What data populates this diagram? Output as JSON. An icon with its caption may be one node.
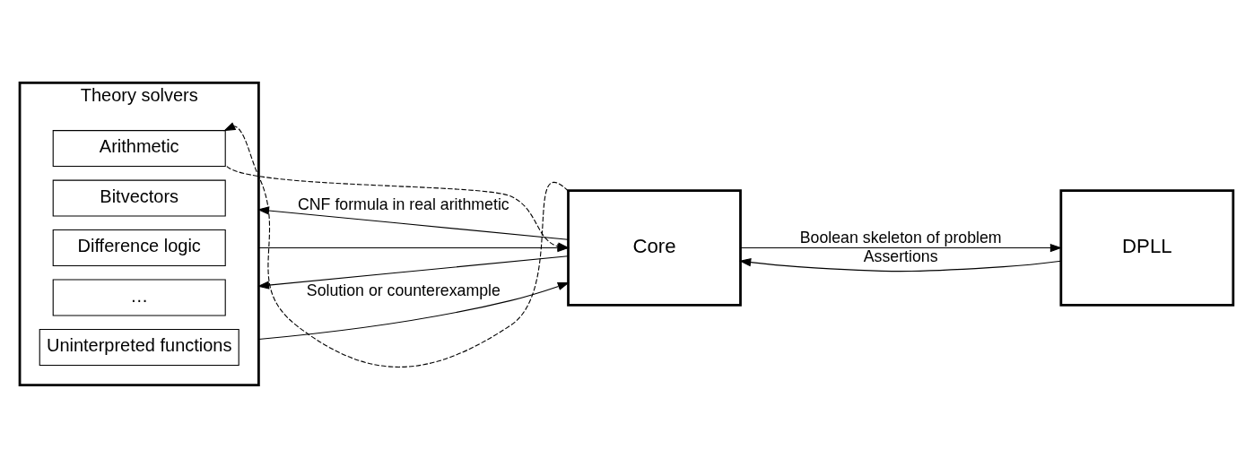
{
  "diagram": {
    "nodes": [
      {
        "text": [
          "Theory solvers"
        ]
      },
      {
        "text": [
          "Arithmetic"
        ],
        "in": 0
      },
      {
        "text": [
          "Bitvectors"
        ],
        "in": 0
      },
      {
        "text": [
          "Difference logic"
        ],
        "in": 0
      },
      {
        "text": [
          "…"
        ],
        "in": 0
      },
      {
        "text": [
          "Uninterpreted functions"
        ],
        "in": 0
      },
      {
        "text": [
          "Core"
        ]
      },
      {
        "text": [
          "DPLL"
        ]
      }
    ],
    "edges": [
      {
        "from": 6,
        "to": 0,
        "arrow": "to",
        "label": "CNF formula in real arithmetic"
      },
      {
        "from": 6,
        "to": 1,
        "arrow": "to",
        "style": "dashed"
      },
      {
        "from": 1,
        "to": 6,
        "arrow": "to",
        "style": "dashed"
      },
      {
        "from": 0,
        "to": 6,
        "arrow": "to"
      },
      {
        "from": 6,
        "to": 0,
        "arrow": "to"
      },
      {
        "from": 0,
        "to": 6,
        "arrow": "to",
        "label": "Solution or counterexample"
      },
      {
        "from": 6,
        "to": 7,
        "arrow": "to",
        "label": "Boolean skeleton of problem"
      },
      {
        "from": 7,
        "to": 6,
        "arrow": "to",
        "label": "Assertions"
      }
    ]
  }
}
